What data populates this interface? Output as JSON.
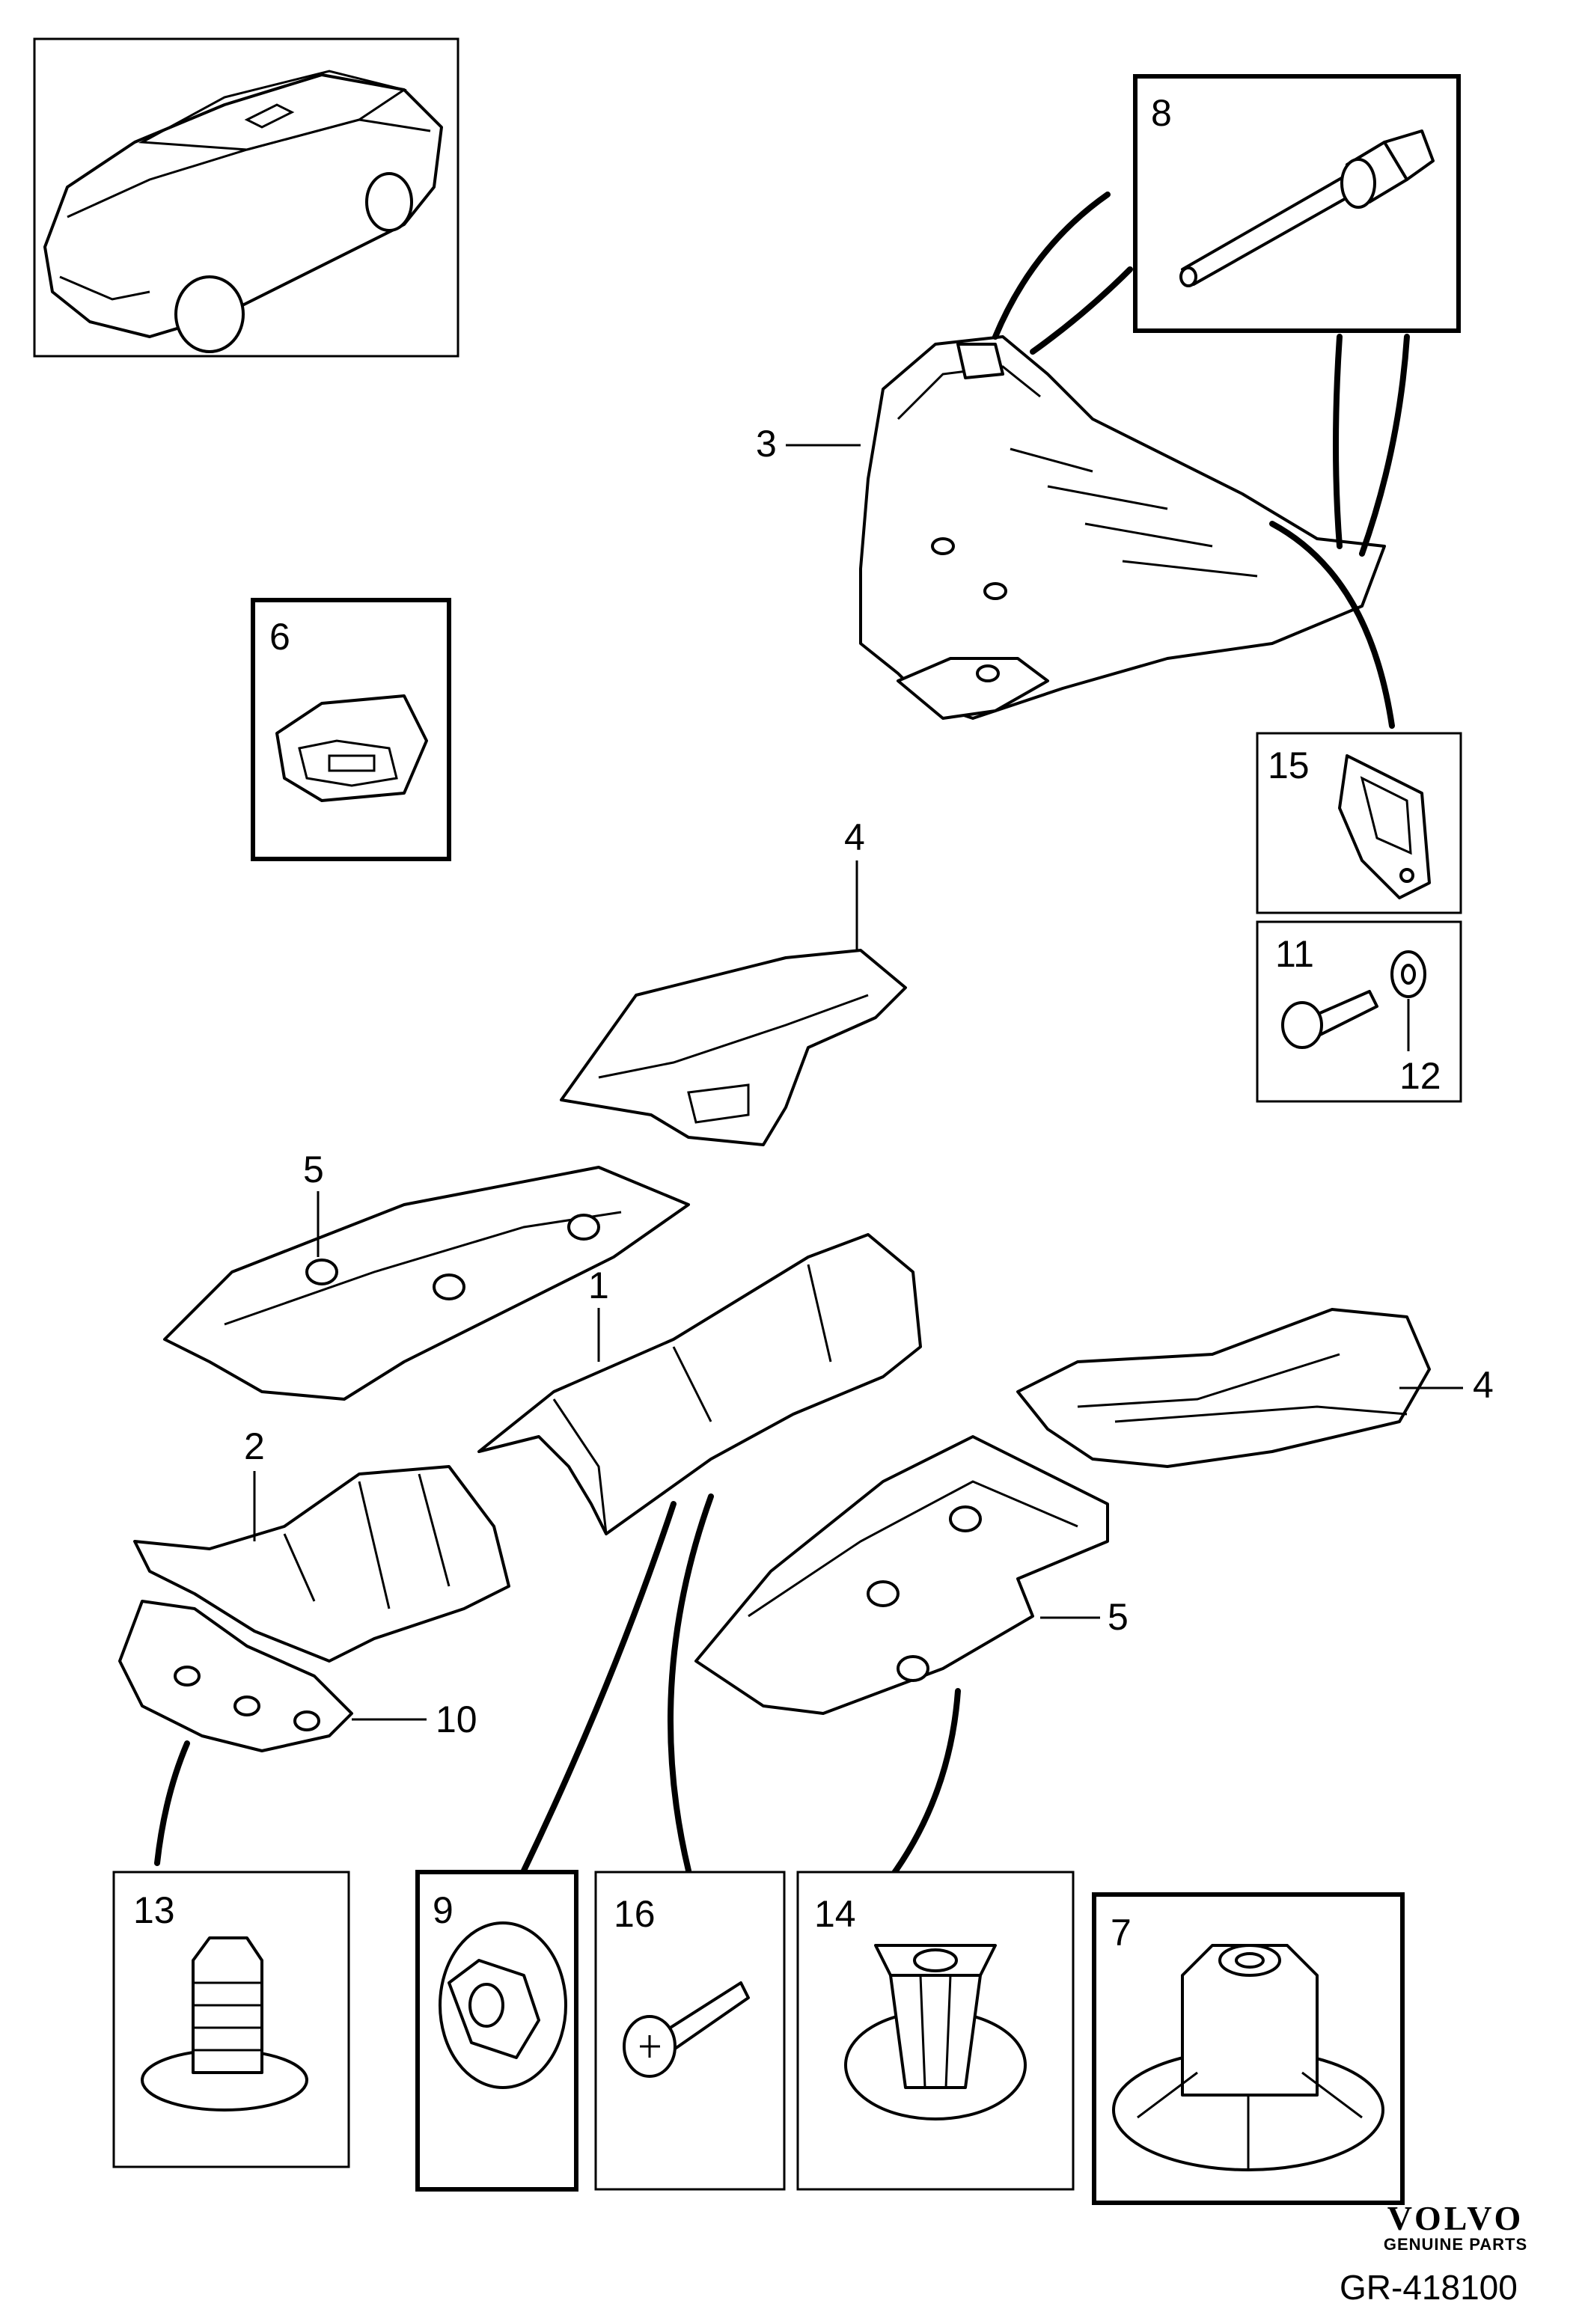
{
  "callouts": {
    "p1": "1",
    "p2": "2",
    "p3": "3",
    "p4a": "4",
    "p4b": "4",
    "p5a": "5",
    "p5b": "5",
    "p6": "6",
    "p7": "7",
    "p8": "8",
    "p9": "9",
    "p10": "10",
    "p11": "11",
    "p12": "12",
    "p13": "13",
    "p14": "14",
    "p15": "15",
    "p16": "16"
  },
  "brand": {
    "name": "VOLVO",
    "subtitle": "GENUINE PARTS"
  },
  "reference_code": "GR-418100",
  "icons": [
    "car-overview-icon",
    "rivet-icon",
    "clip-icon",
    "bracket-icon",
    "bolt-icon",
    "washer-icon",
    "push-pin-icon",
    "flange-nut-icon",
    "spring-clip-icon"
  ]
}
